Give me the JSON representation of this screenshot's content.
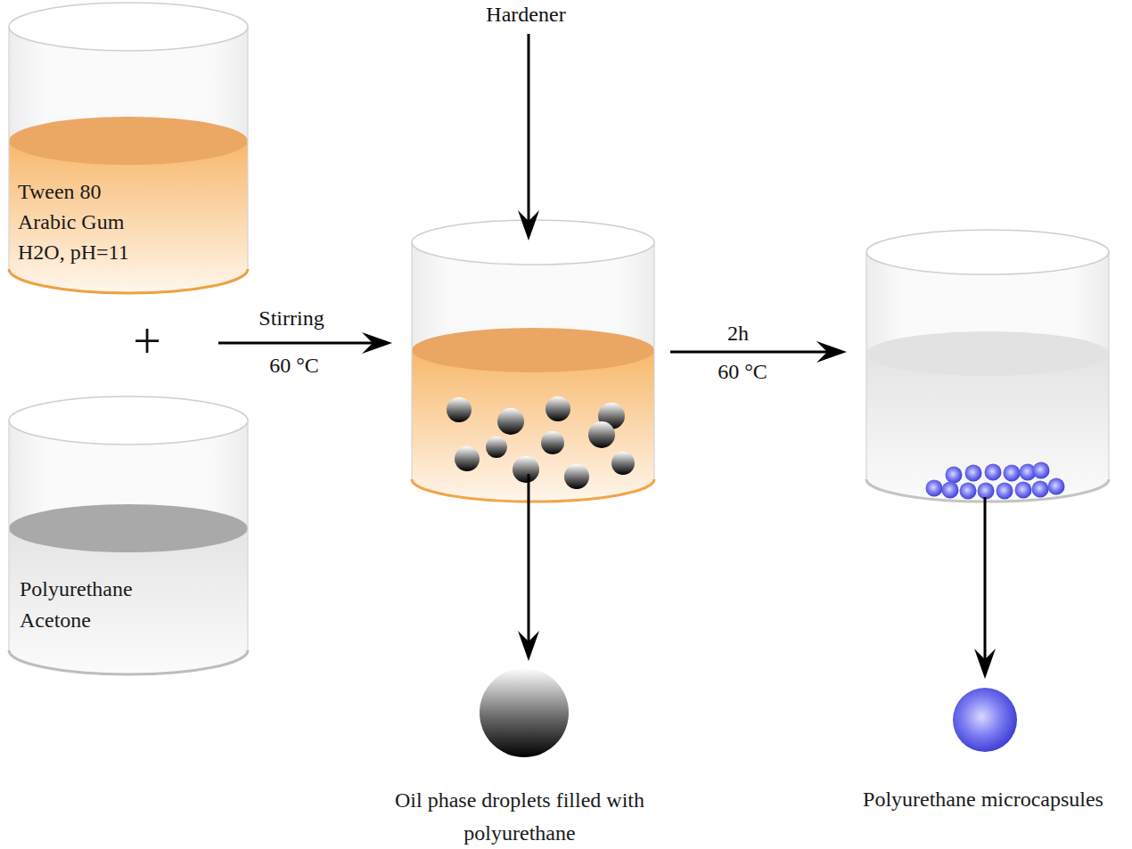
{
  "diagram": {
    "nodes": [
      {
        "text": [
          "Tween 80",
          "Arabic Gum",
          "H2O, pH=11"
        ]
      },
      {
        "text": [
          "Polyurethane",
          "Acetone"
        ]
      },
      {
        "text": [
          "Oil phase droplets filled with polyurethane"
        ]
      },
      {
        "text": [
          "Polyurethane microcapsules"
        ]
      }
    ],
    "labels": [
      "+",
      "Hardener",
      "Stirring",
      "60 °C",
      "2h",
      "60 °C"
    ]
  }
}
